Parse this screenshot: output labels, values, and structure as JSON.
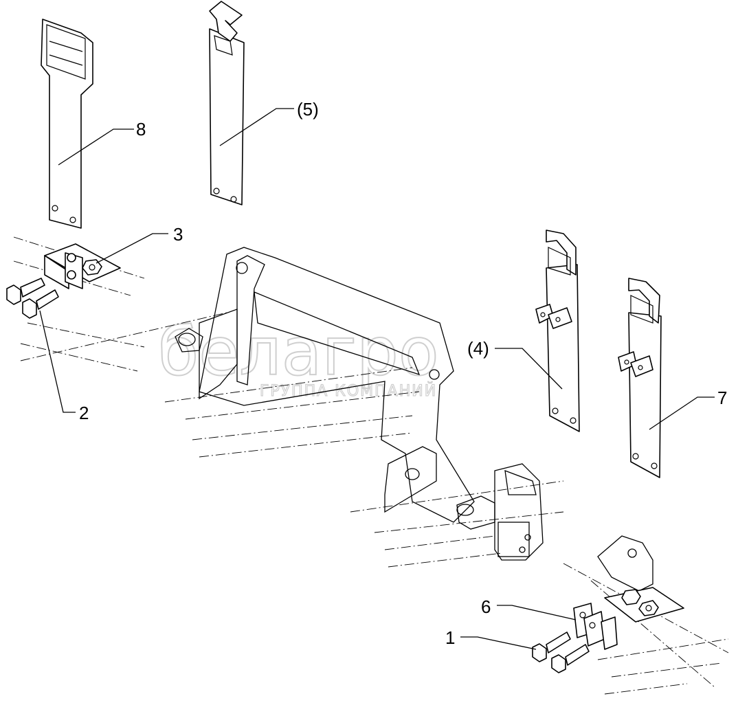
{
  "diagram": {
    "watermark": {
      "name": "белагро",
      "subtitle": "ГРУППА КОМПАНИЙ"
    },
    "callouts": [
      {
        "id": "c8",
        "label": "8"
      },
      {
        "id": "c5",
        "label": "(5)"
      },
      {
        "id": "c3",
        "label": "3"
      },
      {
        "id": "c2",
        "label": "2"
      },
      {
        "id": "c4",
        "label": "(4)"
      },
      {
        "id": "c7",
        "label": "7"
      },
      {
        "id": "c6",
        "label": "6"
      },
      {
        "id": "c1",
        "label": "1"
      }
    ]
  }
}
